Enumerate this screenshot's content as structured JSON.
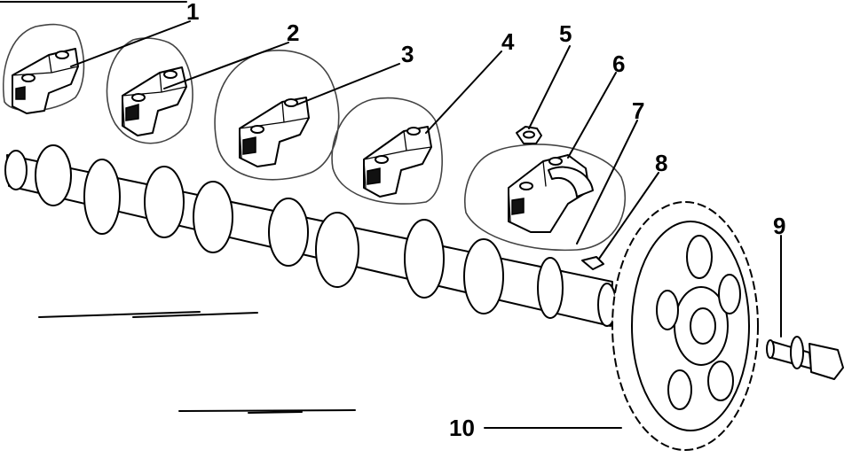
{
  "diagram": {
    "callouts": [
      {
        "id": "1",
        "label": "1"
      },
      {
        "id": "2",
        "label": "2"
      },
      {
        "id": "3",
        "label": "3"
      },
      {
        "id": "4",
        "label": "4"
      },
      {
        "id": "5",
        "label": "5"
      },
      {
        "id": "6",
        "label": "6"
      },
      {
        "id": "7",
        "label": "7"
      },
      {
        "id": "8",
        "label": "8"
      },
      {
        "id": "9",
        "label": "9"
      },
      {
        "id": "10",
        "label": "10"
      }
    ]
  },
  "colors": {
    "ink": "#000000",
    "paper": "#ffffff",
    "marker": "#444444"
  }
}
